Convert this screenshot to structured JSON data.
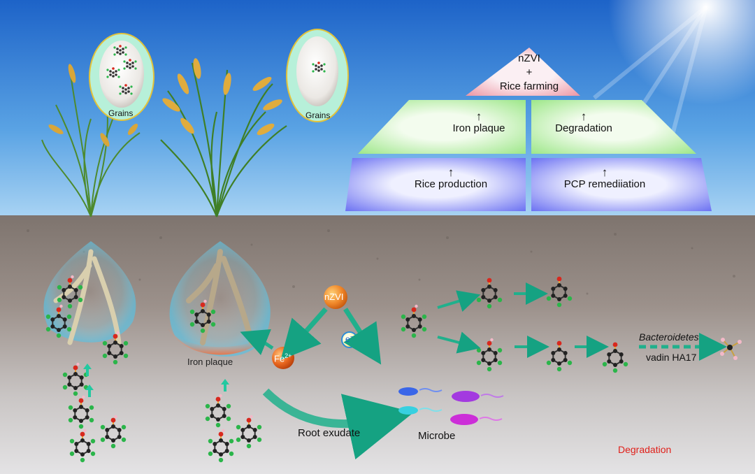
{
  "pyramid": {
    "top_line1": "nZVI",
    "top_line2": "+",
    "top_line3": "Rice farming",
    "mid_left": "Iron plaque",
    "mid_right": "Degradation",
    "bottom_left": "Rice production",
    "bottom_right": "PCP remediiation",
    "arrow_glyph": "↑"
  },
  "grains": {
    "left_label": "Grains",
    "right_label": "Grains"
  },
  "roots": {
    "iron_plaque": "Iron plaque"
  },
  "reaction": {
    "nzvi": "nZVI",
    "fe_base": "Fe",
    "fe_sup": "2+",
    "electron_base": "e",
    "electron_sup": "−"
  },
  "flow": {
    "root_exudate": "Root exudate",
    "microbe": "Microbe",
    "degradation": "Degradation"
  },
  "pathway": {
    "organism_line1": "Bacteroidetes",
    "organism_line2": "vadin HA17"
  },
  "colors": {
    "sky_top": "#1f6fd0",
    "soil": "#8a8079",
    "degradation_text": "#e0201a"
  }
}
